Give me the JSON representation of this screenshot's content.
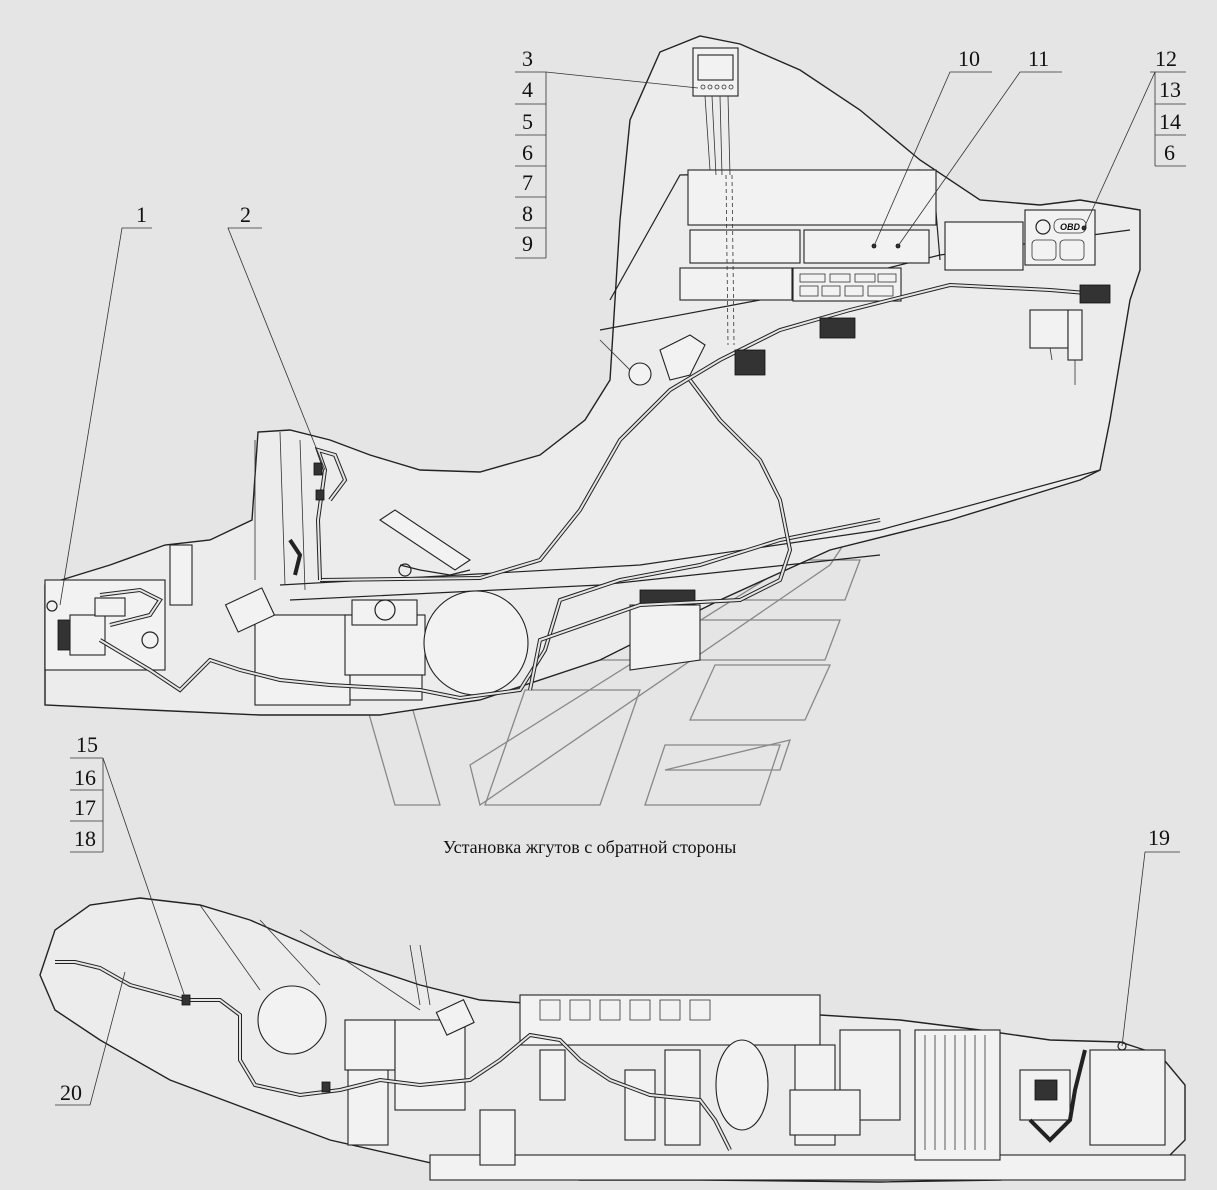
{
  "callouts_top": {
    "c1": "1",
    "c2": "2",
    "c3": "3",
    "c4": "4",
    "c5": "5",
    "c6": "6",
    "c7": "7",
    "c8": "8",
    "c9": "9",
    "c10": "10",
    "c11": "11",
    "c12": "12",
    "c13": "13",
    "c14": "14",
    "c6b": "6"
  },
  "callouts_bottom": {
    "c15": "15",
    "c16": "16",
    "c17": "17",
    "c18": "18",
    "c19": "19",
    "c20": "20"
  },
  "caption": "Установка жгутов с обратной стороны",
  "obd_label": "OBD"
}
